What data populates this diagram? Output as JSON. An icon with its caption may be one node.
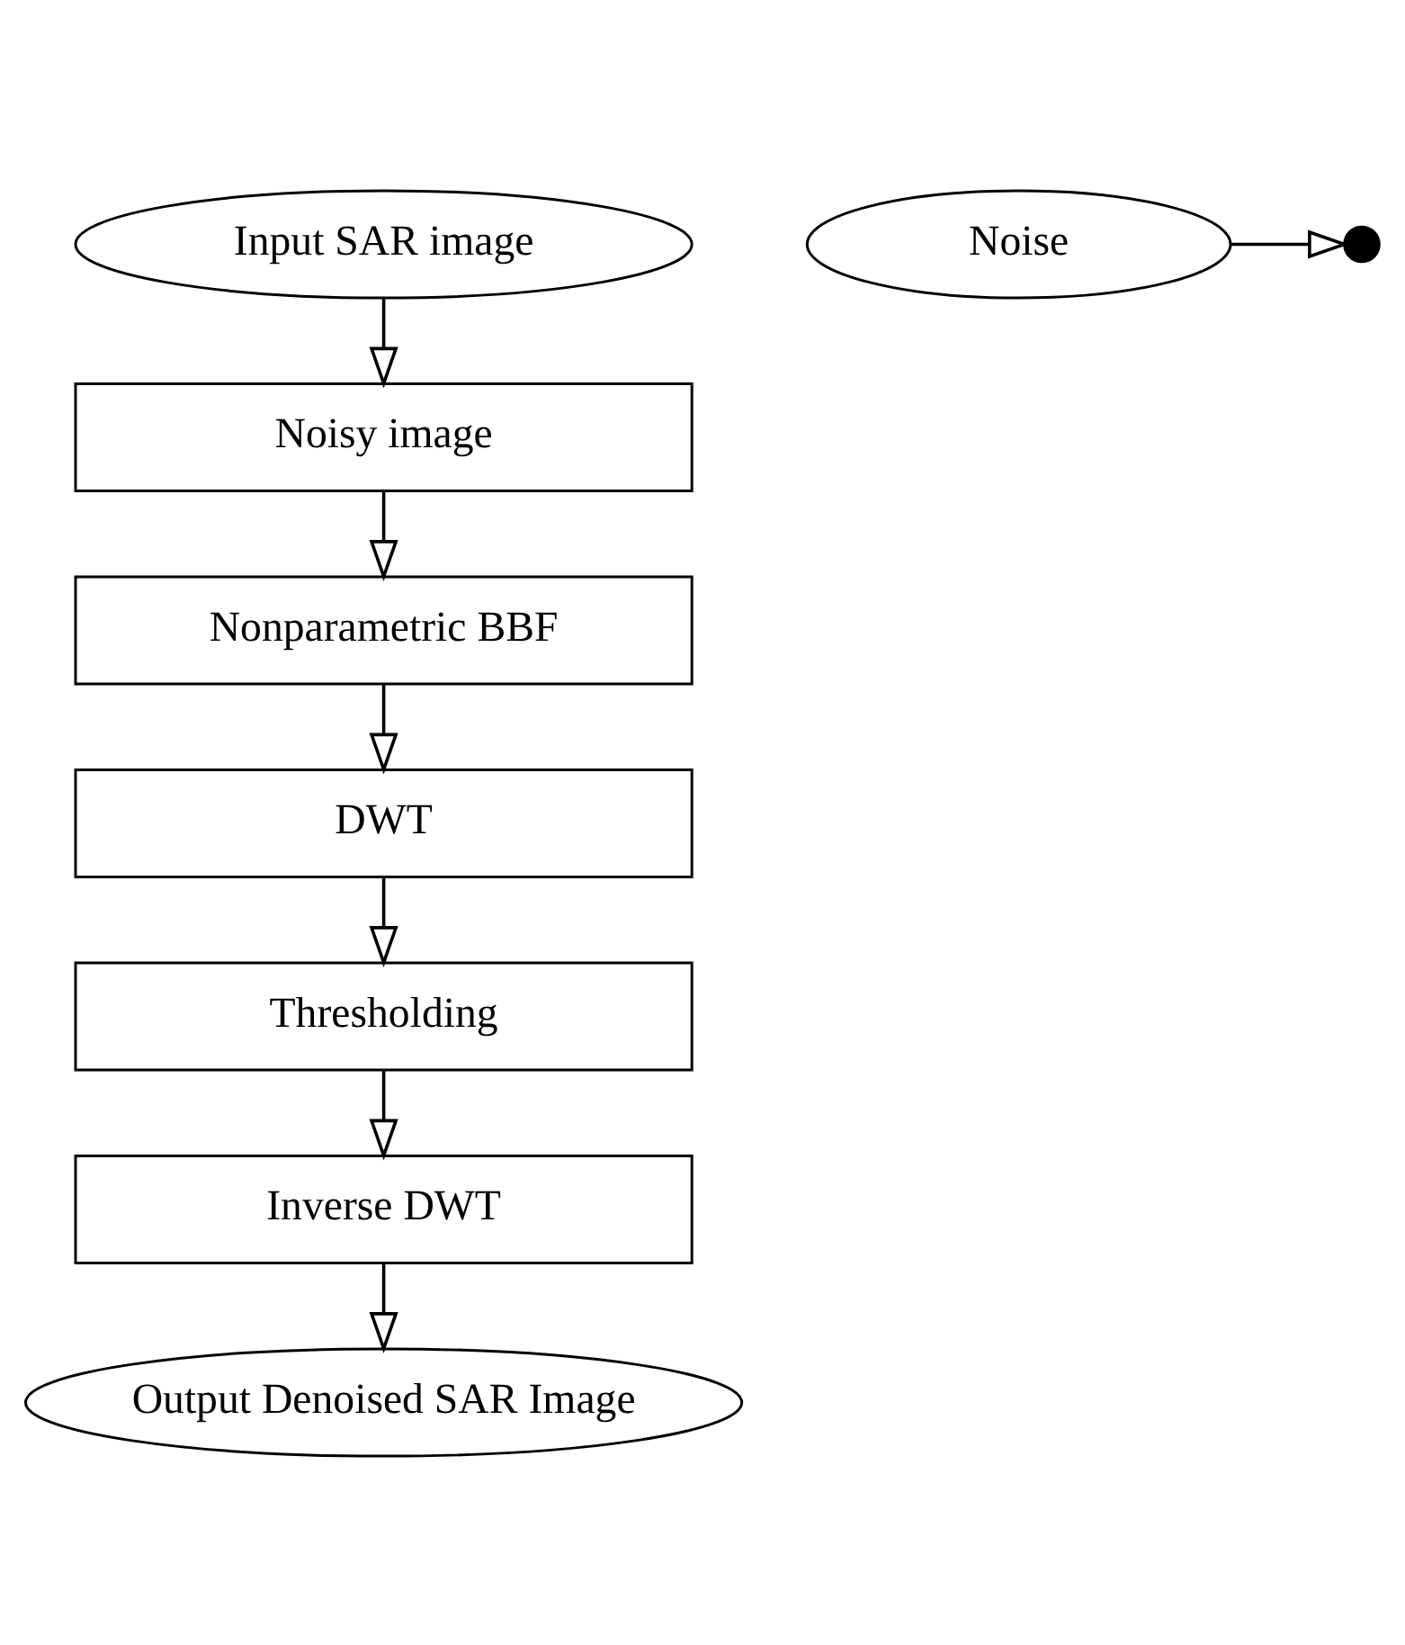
{
  "diagram": {
    "nodes": [
      {
        "text": [
          "Input SAR image"
        ]
      },
      {
        "text": [
          "Noise"
        ]
      },
      {
        "text": [],
        "shape": "cross"
      },
      {
        "text": [
          "Noisy image"
        ]
      },
      {
        "text": [
          "Nonparametric BBF"
        ]
      },
      {
        "text": [
          "DWT"
        ]
      },
      {
        "text": [
          "Thresholding"
        ]
      },
      {
        "text": [
          "Inverse DWT"
        ]
      },
      {
        "text": [
          "Output Denoised SAR Image"
        ]
      }
    ],
    "edges": [
      {
        "from": 1,
        "to": 2,
        "arrow": "to"
      },
      {
        "from": 0,
        "to": 3,
        "arrow": "to"
      },
      {
        "from": 3,
        "to": 4,
        "arrow": "to"
      },
      {
        "from": 4,
        "to": 5,
        "arrow": "to"
      },
      {
        "from": 5,
        "to": 6,
        "arrow": "to"
      },
      {
        "from": 6,
        "to": 7,
        "arrow": "to"
      },
      {
        "from": 7,
        "to": 8,
        "arrow": "to"
      }
    ]
  }
}
